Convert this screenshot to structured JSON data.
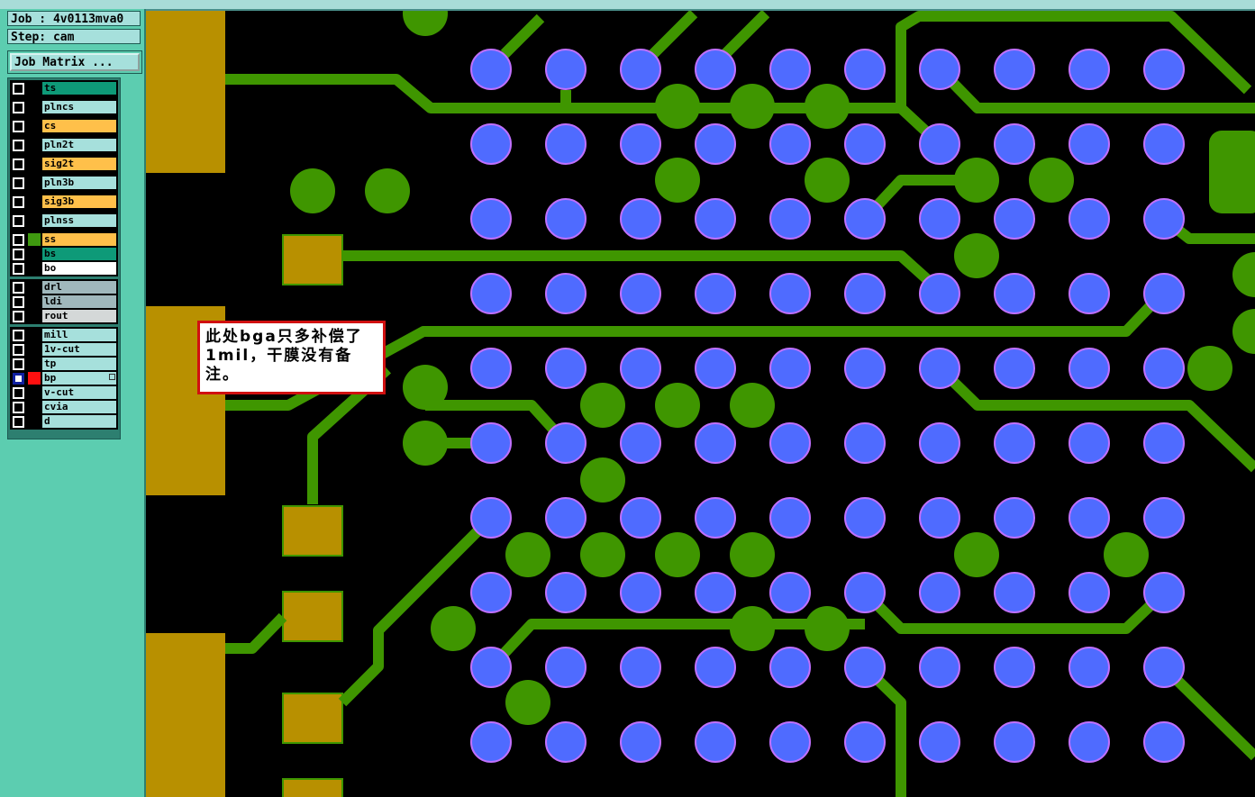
{
  "job": {
    "job_label": "Job : 4v0113mva0",
    "step_label": "Step: cam",
    "matrix_button": "Job Matrix ..."
  },
  "layers": [
    {
      "name": "ts",
      "color": "#0e9a78",
      "swatch": ""
    },
    {
      "name": "plncs",
      "color": "#a6e0dc",
      "swatch": ""
    },
    {
      "name": "cs",
      "color": "#ffc04a",
      "swatch": ""
    },
    {
      "name": "pln2t",
      "color": "#a6e0dc",
      "swatch": ""
    },
    {
      "name": "sig2t",
      "color": "#ffc04a",
      "swatch": ""
    },
    {
      "name": "pln3b",
      "color": "#a6e0dc",
      "swatch": ""
    },
    {
      "name": "sig3b",
      "color": "#ffc04a",
      "swatch": ""
    },
    {
      "name": "plnss",
      "color": "#a6e0dc",
      "swatch": ""
    },
    {
      "name": "ss",
      "color": "#ffc04a",
      "swatch": "#3f9a10"
    },
    {
      "name": "bs",
      "color": "#0e9a78",
      "swatch": ""
    },
    {
      "name": "bo",
      "color": "#ffffff",
      "swatch": ""
    },
    {
      "name": "drl",
      "color": "#a0b8bc",
      "swatch": ""
    },
    {
      "name": "ldi",
      "color": "#a0b8bc",
      "swatch": ""
    },
    {
      "name": "rout",
      "color": "#d4d8d8",
      "swatch": ""
    },
    {
      "name": "mill",
      "color": "#a6e0dc",
      "swatch": ""
    },
    {
      "name": "1v-cut",
      "color": "#a6e0dc",
      "swatch": ""
    },
    {
      "name": "tp",
      "color": "#a6e0dc",
      "swatch": ""
    },
    {
      "name": "bp",
      "color": "#a6e0dc",
      "swatch": "#ff1010",
      "active": true
    },
    {
      "name": "v-cut",
      "color": "#a6e0dc",
      "swatch": ""
    },
    {
      "name": "cvia",
      "color": "#a6e0dc",
      "swatch": ""
    },
    {
      "name": "d",
      "color": "#a6e0dc",
      "swatch": ""
    }
  ],
  "annotation": {
    "text": "此处bga只多补偿了1mil，干膜没有备注。"
  },
  "colors": {
    "pad": "#4f6bff",
    "pad_ring": "#c070ff",
    "copper": "#3f9600",
    "gold": "#b89000"
  }
}
